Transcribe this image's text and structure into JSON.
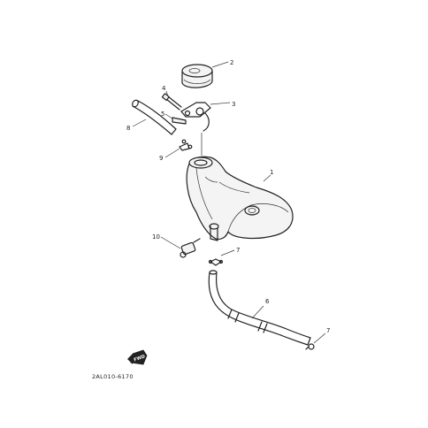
{
  "callouts": {
    "c1": "1",
    "c2": "2",
    "c3": "3",
    "c4": "4",
    "c5": "5",
    "c6": "6",
    "c7a": "7",
    "c7b": "7",
    "c8": "8",
    "c9": "9",
    "c10": "10"
  },
  "diagram_code": "2AL010-6170",
  "fwd_label": "FWD",
  "colors": {
    "ink": "#222222",
    "paper": "#ffffff"
  }
}
